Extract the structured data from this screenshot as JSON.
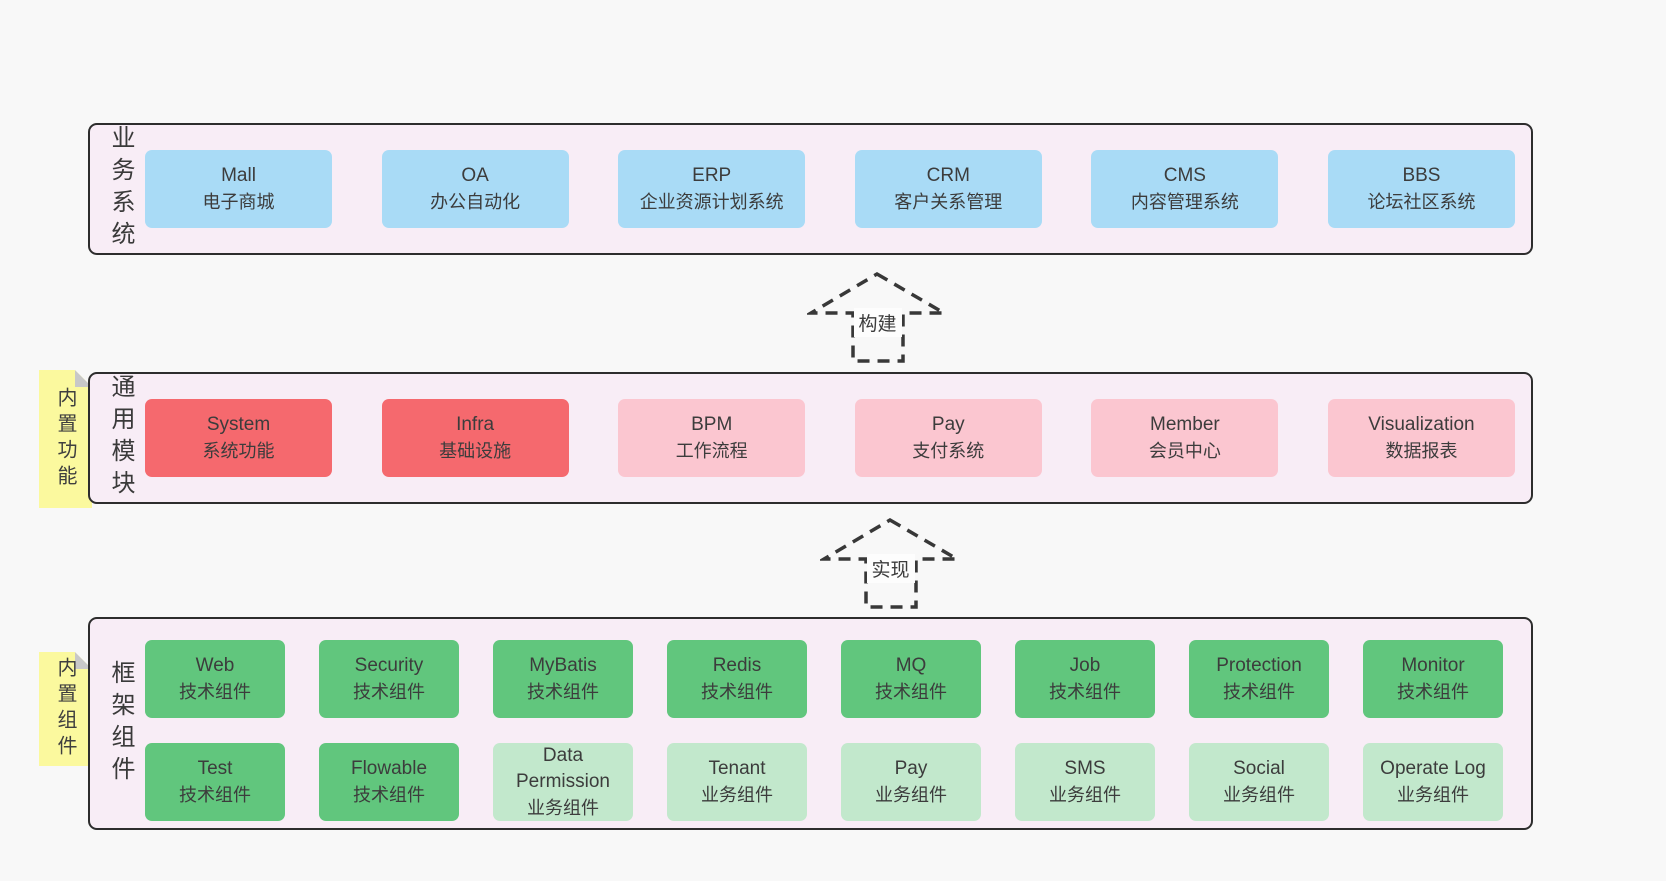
{
  "colors": {
    "page_background": "#f8f8f8",
    "layer_background": "#f8edf6",
    "layer_border": "#2d2d2d",
    "blue_box": "#a9dbf6",
    "red_box": "#f5696e",
    "pink_box": "#fbc6d0",
    "green_box": "#61c67d",
    "light_green_box": "#c2e8cc",
    "sticky_note": "#fbf99e",
    "note_fold": "#c8c8c8",
    "text": "#3b3b3b"
  },
  "arrows": {
    "build": "构建",
    "implement": "实现"
  },
  "layers": {
    "business": {
      "label": "业务系统",
      "boxes": [
        {
          "name": "Mall",
          "desc": "电子商城"
        },
        {
          "name": "OA",
          "desc": "办公自动化"
        },
        {
          "name": "ERP",
          "desc": "企业资源计划系统"
        },
        {
          "name": "CRM",
          "desc": "客户关系管理"
        },
        {
          "name": "CMS",
          "desc": "内容管理系统"
        },
        {
          "name": "BBS",
          "desc": "论坛社区系统"
        }
      ]
    },
    "modules": {
      "label": "通用模块",
      "note": "内置功能",
      "boxes": [
        {
          "name": "System",
          "desc": "系统功能"
        },
        {
          "name": "Infra",
          "desc": "基础设施"
        },
        {
          "name": "BPM",
          "desc": "工作流程"
        },
        {
          "name": "Pay",
          "desc": "支付系统"
        },
        {
          "name": "Member",
          "desc": "会员中心"
        },
        {
          "name": "Visualization",
          "desc": "数据报表"
        }
      ]
    },
    "framework": {
      "label": "框架组件",
      "note": "内置组件",
      "row1": [
        {
          "name": "Web",
          "desc": "技术组件"
        },
        {
          "name": "Security",
          "desc": "技术组件"
        },
        {
          "name": "MyBatis",
          "desc": "技术组件"
        },
        {
          "name": "Redis",
          "desc": "技术组件"
        },
        {
          "name": "MQ",
          "desc": "技术组件"
        },
        {
          "name": "Job",
          "desc": "技术组件"
        },
        {
          "name": "Protection",
          "desc": "技术组件"
        },
        {
          "name": "Monitor",
          "desc": "技术组件"
        }
      ],
      "row2": [
        {
          "name": "Test",
          "desc": "技术组件"
        },
        {
          "name": "Flowable",
          "desc": "技术组件"
        },
        {
          "name": "Data Permission",
          "desc": "业务组件"
        },
        {
          "name": "Tenant",
          "desc": "业务组件"
        },
        {
          "name": "Pay",
          "desc": "业务组件"
        },
        {
          "name": "SMS",
          "desc": "业务组件"
        },
        {
          "name": "Social",
          "desc": "业务组件"
        },
        {
          "name": "Operate Log",
          "desc": "业务组件"
        }
      ]
    }
  }
}
